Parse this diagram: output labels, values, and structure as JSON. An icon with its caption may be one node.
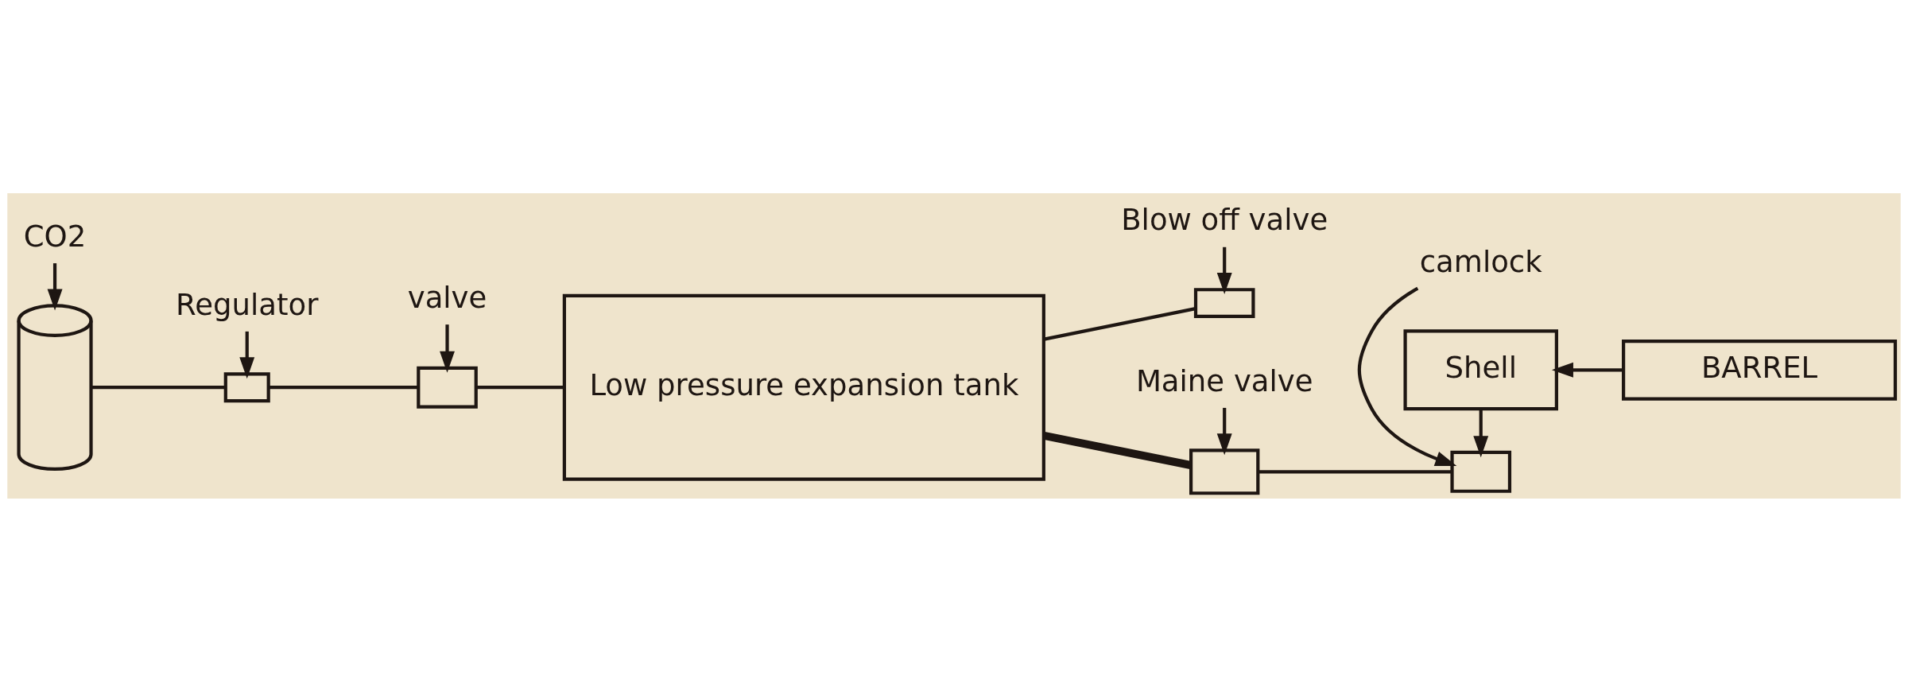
{
  "diagram": {
    "nodes": [
      {
        "text": [
          "Regulator"
        ]
      },
      {
        "text": [],
        "shape": "box"
      },
      {
        "text": [],
        "shape": "cylinder"
      },
      {
        "text": [
          "CO2"
        ]
      },
      {
        "text": [],
        "shape": "box"
      },
      {
        "text": [
          "valve"
        ]
      },
      {
        "text": [
          "Blow off valve"
        ]
      },
      {
        "text": [],
        "shape": "box"
      },
      {
        "text": [
          "Low pressure expansion tank"
        ]
      },
      {
        "text": [
          "Maine valve"
        ]
      },
      {
        "text": [],
        "shape": "box"
      },
      {
        "text": [
          "camlock"
        ]
      },
      {
        "text": [],
        "shape": "box"
      },
      {
        "text": [
          "Shell"
        ]
      },
      {
        "text": [
          "BARREL"
        ]
      }
    ],
    "edges": [
      {
        "from": 0,
        "to": 1,
        "arrow": "to"
      },
      {
        "from": 2,
        "to": 1,
        "arrow": "none"
      },
      {
        "from": 3,
        "to": 2,
        "arrow": "to"
      },
      {
        "from": 1,
        "to": 4,
        "arrow": "none"
      },
      {
        "from": 5,
        "to": 4,
        "arrow": "to"
      },
      {
        "from": 4,
        "to": 8,
        "arrow": "none"
      },
      {
        "from": 8,
        "to": 7,
        "arrow": "none"
      },
      {
        "from": 6,
        "to": 7,
        "arrow": "to"
      },
      {
        "from": 8,
        "to": 10,
        "arrow": "none",
        "style": "thick"
      },
      {
        "from": 9,
        "to": 10,
        "arrow": "to"
      },
      {
        "from": 10,
        "to": 12,
        "arrow": "none"
      },
      {
        "from": 11,
        "to": 12,
        "arrow": "to"
      },
      {
        "from": 13,
        "to": 12,
        "arrow": "to"
      },
      {
        "from": 14,
        "to": 13,
        "arrow": "to"
      }
    ]
  }
}
